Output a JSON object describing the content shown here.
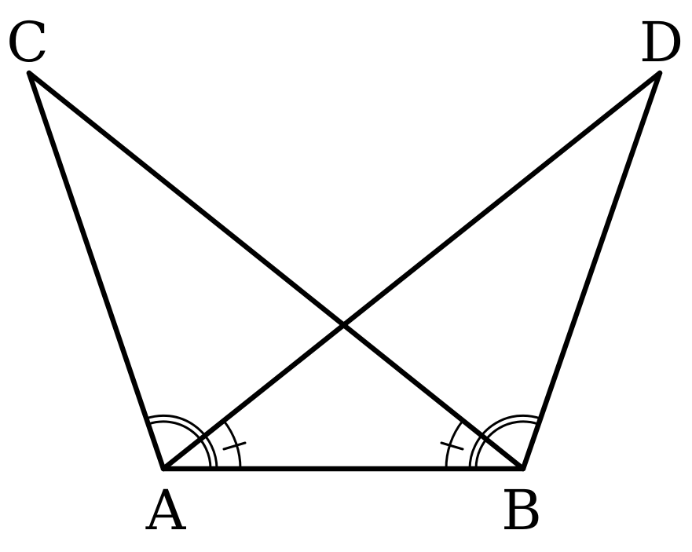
{
  "points": {
    "A": "A",
    "B": "B",
    "C": "C",
    "D": "D"
  },
  "colors": {
    "stroke": "#000000",
    "background": "#ffffff"
  }
}
